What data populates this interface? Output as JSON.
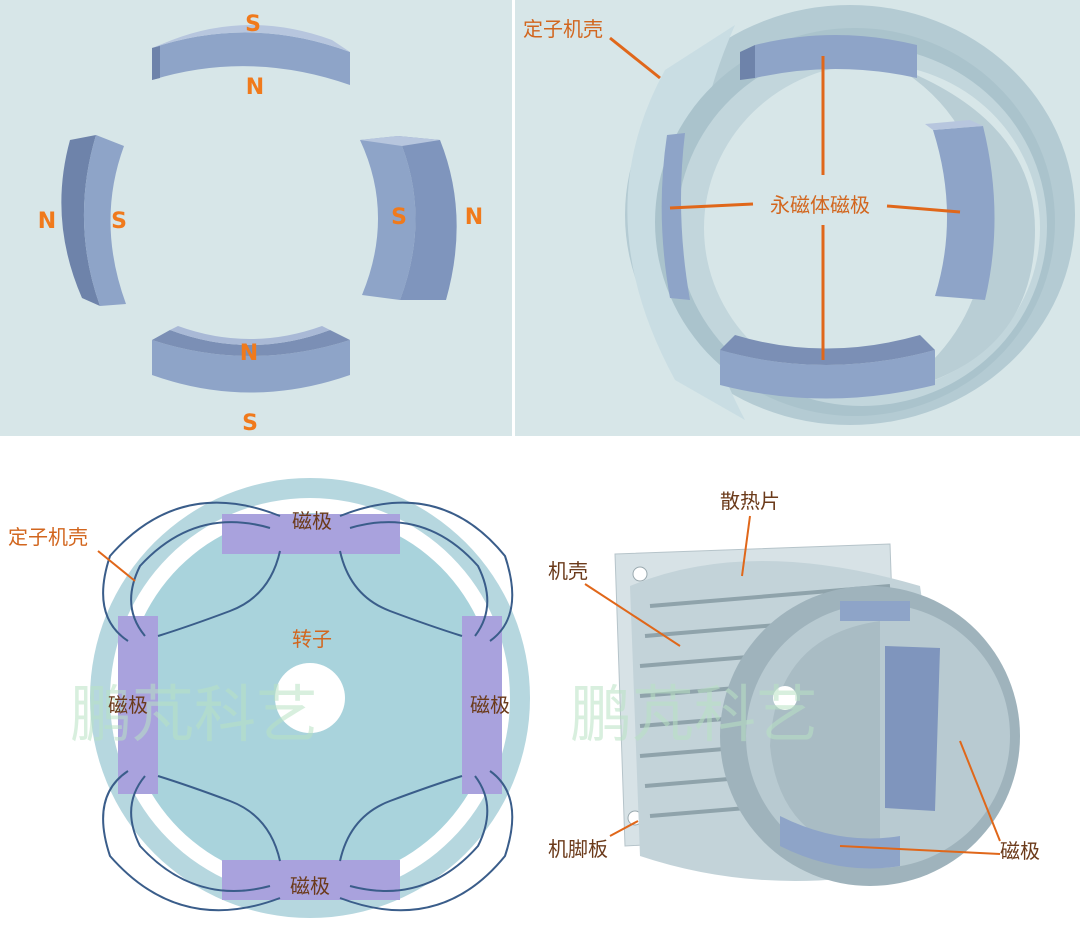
{
  "colors": {
    "background_top": "#d7e6e8",
    "magnet_face": "#8ea4c8",
    "magnet_side": "#6e83aa",
    "housing": "#c7dbe2",
    "housing_dark": "#97b0bb",
    "label_orange": "#d2661e",
    "pole_letter": "#f07a1c",
    "flux_line": "#3a5d8a",
    "pole_block": "#a9a2dd",
    "rotor": "#a9d3dc",
    "watermark_green": "#b9e2c4"
  },
  "panel_magnets": {
    "poles": {
      "top_outer": "S",
      "top_inner": "N",
      "left_outer": "N",
      "left_inner": "S",
      "right_inner": "S",
      "right_outer": "N",
      "bottom_inner": "N",
      "bottom_outer": "S"
    }
  },
  "panel_housing": {
    "shell_label": "定子机壳",
    "magnet_label": "永磁体磁极"
  },
  "panel_flux": {
    "shell_label": "定子机壳",
    "top_pole_label": "磁极",
    "left_pole_label": "磁极",
    "right_pole_label": "磁极",
    "bottom_pole_label": "磁极",
    "rotor_label": "转子",
    "watermark": "鹏芃科艺"
  },
  "panel_motor": {
    "fins_label": "散热片",
    "shell_label": "机壳",
    "foot_label": "机脚板",
    "pole_label": "磁极",
    "watermark": "鹏芃科艺"
  }
}
